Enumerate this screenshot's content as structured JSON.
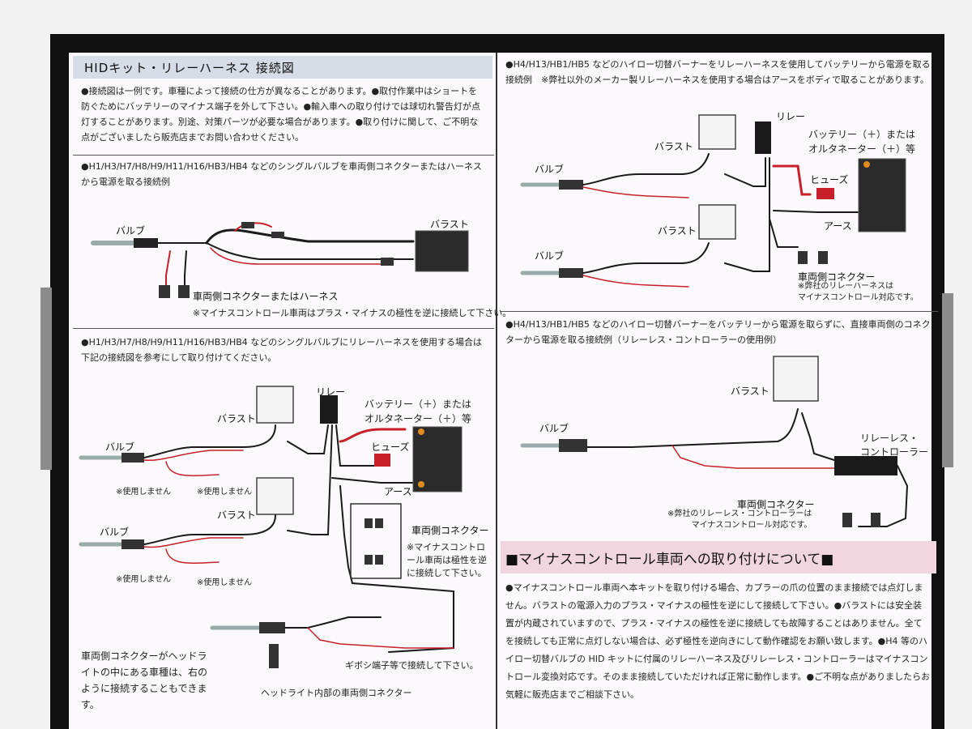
{
  "title": "HIDキット・リレーハーネス 接続図",
  "intro": "●接続図は一例です。車種によって接続の仕方が異なることがあります。●取付作業中はショートを防ぐためにバッテリーのマイナス端子を外して下さい。●輸入車への取り付けでは球切れ警告灯が点灯することがあります。別途、対策パーツが必要な場合があります。●取り付けに関して、ご不明な点がございましたら販売店までお問い合わせください。",
  "sec1": {
    "desc": "●H1/H3/H7/H8/H9/H11/H16/HB3/HB4 などのシングルバルブを車両側コネクターまたはハーネスから電源を取る接続例",
    "bulb": "バルブ",
    "ballast": "バラスト",
    "connector": "車両側コネクターまたはハーネス",
    "note": "※マイナスコントロール車両はプラス・マイナスの極性を逆に接続して下さい。"
  },
  "sec2": {
    "desc": "●H1/H3/H7/H8/H9/H11/H16/HB3/HB4 などのシングルバルブにリレーハーネスを使用する場合は下記の接続図を参考にして取り付けてください。",
    "relay": "リレー",
    "ballast1": "バラスト",
    "ballast2": "バラスト",
    "bulb1": "バルブ",
    "bulb2": "バルブ",
    "unused1": "※使用しません",
    "unused2": "※使用しません",
    "unused3": "※使用しません",
    "unused4": "※使用しません",
    "battery": "バッテリー（＋）または\nオルタネーター（＋）等",
    "fuse": "ヒューズ",
    "earth": "アース",
    "connector": "車両側コネクター",
    "minus_note": "※マイナスコントロール車両は極性を逆に接続して下さい。",
    "headlight_note": "車両側コネクターがヘッドライトの中にある車種は、右のように接続することもできます。",
    "gibosi": "ギボシ端子等で接続して下さい。",
    "inside": "ヘッドライト内部の車両側コネクター"
  },
  "sec3": {
    "desc": "●H4/H13/HB1/HB5 などのハイロー切替バーナーをリレーハーネスを使用してバッテリーから電源を取る接続例　※弊社以外のメーカー製リレーハーネスを使用する場合はアースをボディで取ることがあります。",
    "relay": "リレー",
    "ballast1": "バラスト",
    "ballast2": "バラスト",
    "bulb1": "バルブ",
    "bulb2": "バルブ",
    "battery": "バッテリー（＋）または\nオルタネーター（＋）等",
    "fuse": "ヒューズ",
    "earth": "アース",
    "connector": "車両側コネクター",
    "connector_note": "※弊社のリレーハーネスは\nマイナスコントロール対応です。"
  },
  "sec4": {
    "desc": "●H4/H13/HB1/HB5 などのハイロー切替バーナーをバッテリーから電源を取らずに、直接車両側のコネクターから電源を取る接続例（リレーレス・コントローラーの使用例）",
    "ballast": "バラスト",
    "bulb": "バルブ",
    "controller": "リレーレス・\nコントローラー",
    "connector": "車両側コネクター",
    "controller_note": "※弊社のリレーレス・コントローラーは\nマイナスコントロール対応です。"
  },
  "minus": {
    "heading": "■マイナスコントロール車両への取り付けについて■",
    "body": "●マイナスコントロール車両へ本キットを取り付ける場合、カプラーの爪の位置のまま接続では点灯しません。バラストの電源入力のプラス・マイナスの極性を逆にして接続して下さい。●バラストには安全装置が内蔵されていますので、プラス・マイナスの極性を逆に接続しても故障することはありません。全てを接続しても正常に点灯しない場合は、必ず極性を逆向きにして動作確認をお願い致します。●H4 等のハイロー切替バルブの HID キットに付属のリレーハーネス及びリレーレス・コントローラーはマイナスコントロール変換対応です。そのまま接続していただければ正常に動作します。●ご不明な点がありましたらお気軽に販売店までご相談下さい。"
  },
  "colors": {
    "wire_red": "#c8202a",
    "wire_black": "#1a1a1a",
    "battery_orange": "#e38a1e",
    "title_bg": "#d7dde6",
    "pink_bg": "#f2d6df"
  }
}
